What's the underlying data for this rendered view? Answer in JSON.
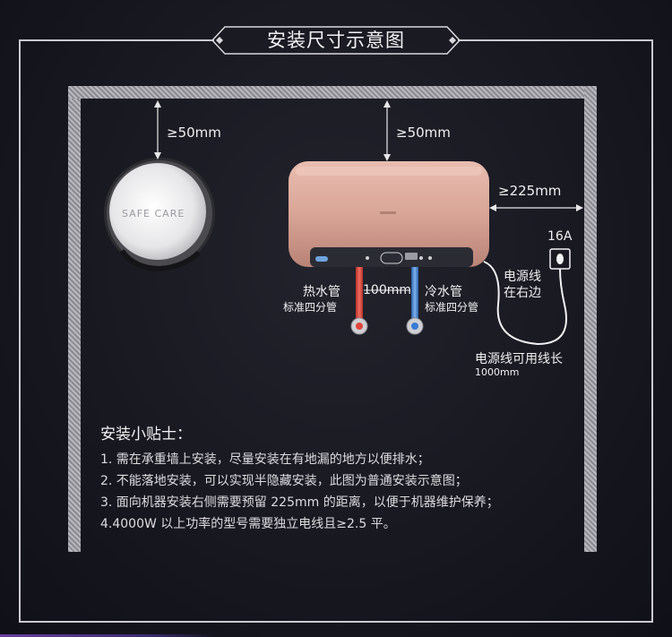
{
  "title": "安装尺寸示意图",
  "dims": {
    "top_side_clearance": "≥50mm",
    "top_front_clearance": "≥50mm",
    "right_clearance": "≥225mm",
    "pipe_spacing": "100mm"
  },
  "side_view": {
    "brand_text": "SAFE CARE"
  },
  "pipes": {
    "hot_label": "热水管",
    "hot_sub": "标准四分管",
    "cold_label": "冷水管",
    "cold_sub": "标准四分管"
  },
  "power": {
    "outlet_rating": "16A",
    "side_label_1": "电源线",
    "side_label_2": "在右边",
    "length_label": "电源线可用线长",
    "length_value": "1000mm"
  },
  "tips": {
    "heading": "安装小贴士：",
    "items": [
      "1. 需在承重墙上安装，尽量安装在有地漏的地方以便排水；",
      "2. 不能落地安装，可以实现半隐藏安装，此图为普通安装示意图；",
      "3. 面向机器安装右侧需要预留 225mm 的距离，以便于机器维护保养；",
      "4.4000W 以上功率的型号需要独立电线且≥2.5 平。"
    ]
  },
  "colors": {
    "tank_body": "#d9a79a",
    "tank_panel": "#2b2c33",
    "hot_pipe": "#e0453a",
    "cold_pipe": "#3a7bd5",
    "frame_line": "#c9c9cf"
  }
}
